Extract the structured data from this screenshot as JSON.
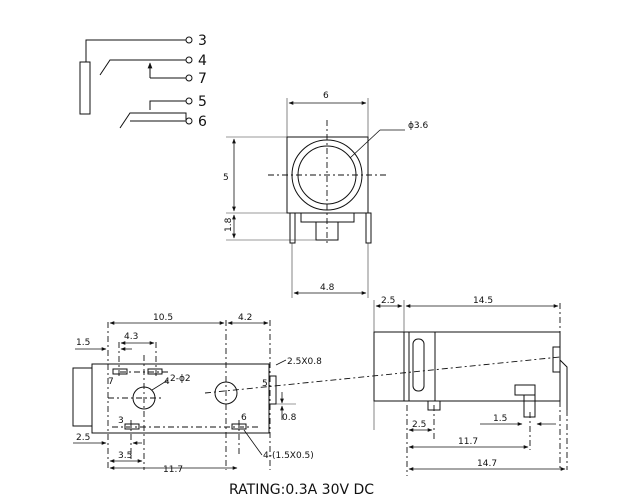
{
  "schematic": {
    "pins": [
      "3",
      "4",
      "7",
      "5",
      "6"
    ]
  },
  "front_view": {
    "width": "6",
    "height": "5",
    "base": "1.8",
    "pin_spacing": "4.8",
    "hole_dia": "ϕ3.6"
  },
  "top_view": {
    "d_10_5": "10.5",
    "d_4_2": "4.2",
    "d_4_3": "4.3",
    "d_1_5": "1.5",
    "d_2_5": "2.5",
    "d_3_5": "3.5",
    "d_11_7": "11.7",
    "d_0_8": "0.8",
    "pad_2_5x0_8": "2.5X0.8",
    "holes_2_phi2": "2-ϕ2",
    "slots_4": "4-(1.5X0.5)",
    "pin_7": "7",
    "pin_4": "4",
    "pin_3": "3",
    "pin_6": "6",
    "pin_5": "5"
  },
  "side_view": {
    "d_2_5_top": "2.5",
    "d_14_5": "14.5",
    "d_2_5_bottom": "2.5",
    "d_1_5": "1.5",
    "d_11_7": "11.7",
    "d_14_7": "14.7"
  },
  "rating": "RATING:0.3A 30V DC"
}
